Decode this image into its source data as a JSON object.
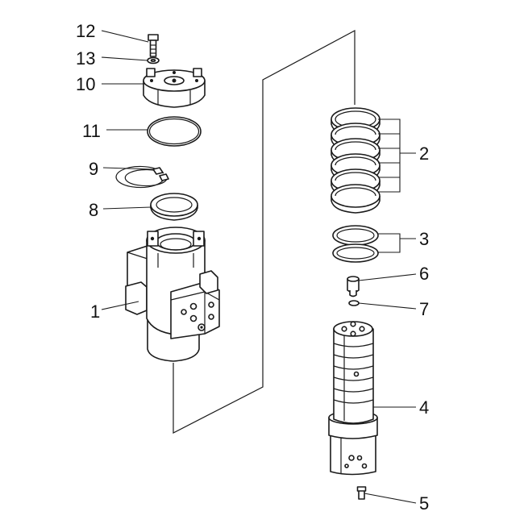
{
  "diagram": {
    "callouts": [
      {
        "id": "12",
        "text": "12"
      },
      {
        "id": "13",
        "text": "13"
      },
      {
        "id": "10",
        "text": "10"
      },
      {
        "id": "11",
        "text": "11"
      },
      {
        "id": "9",
        "text": "9"
      },
      {
        "id": "8",
        "text": "8"
      },
      {
        "id": "1",
        "text": "1"
      },
      {
        "id": "2",
        "text": "2"
      },
      {
        "id": "3",
        "text": "3"
      },
      {
        "id": "6",
        "text": "6"
      },
      {
        "id": "7",
        "text": "7"
      },
      {
        "id": "4",
        "text": "4"
      },
      {
        "id": "5",
        "text": "5"
      }
    ]
  }
}
